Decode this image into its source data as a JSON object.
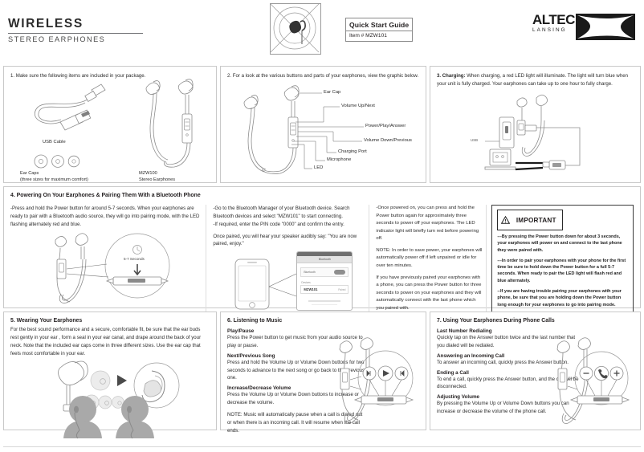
{
  "header": {
    "brand_main": "WIRELESS",
    "brand_sub": "STEREO EARPHONES",
    "guide_title": "Quick Start Guide",
    "item_number": "Item # MZW101",
    "logo_word": "ALTEC",
    "logo_sub": "LANSING"
  },
  "panel1": {
    "title": "1.  Make sure the following items are included in your package.",
    "usb_label": "USB Cable",
    "caps_label_1": "Ear Caps",
    "caps_label_2": "(three sizes for maximum comfort)",
    "earphone_label_1": "MZW100",
    "earphone_label_2": "Stereo Earphones"
  },
  "panel2": {
    "title": "2.  For a look at the various buttons and parts of your earphones, view the graphic below.",
    "callouts": [
      "Ear Cap",
      "Volume Up/Next",
      "Power/Play/Answer",
      "Volume Down/Previous",
      "Charging Port",
      "Microphone",
      "LED"
    ]
  },
  "panel3": {
    "title_bold": "3.  Charging:",
    "title_rest": " When charging, a red LED light will illuminate. The light will turn blue when your unit is fully charged. Your earphones can take up to one hour to fully charge.",
    "usb_caption": "USB"
  },
  "panel4": {
    "title": "4.  Powering On Your Earphones & Pairing Them With a Bluetooth Phone",
    "col1_text": "-Press and hold the Power button for around 5-7 seconds.  When your earphones are ready to pair with a Bluetooth audio source, they will go into pairing mode, with the LED flashing alternately red and blue.",
    "callout_seconds": "5-7 Seconds",
    "col2_p1": "-Go to the Bluetooth Manager of your Bluetooth device.  Search Bluetooth devices and select \"MZW101\" to start connecting.",
    "col2_p2": "-If required, enter the PIN code \"0000\" and confirm the  entry.",
    "col2_p3": "Once paired, you will hear your speaker audibly say: \"You are now paired, enjoy.\"",
    "phone_screen_title": "Bluetooth",
    "phone_row_label": "Bluetooth",
    "phone_section": "Devices",
    "phone_device": "MZW101",
    "phone_device_state": "Paired",
    "col3_p1": "-Once powered on, you can press and hold the Power button again for approximately three seconds to power off your earphones. The LED indicator light will briefly turn red before powering off.",
    "col3_p2": "NOTE:  In order to save power, your earphones will automatically power off if left unpaired or idle for over ten minutes.",
    "col3_p3": "If you have previously paired your earphones with a phone, you can press the Power button for three seconds to power on your earphones and they will automatically connect with the last phone which you paired with.",
    "important_label": "IMPORTANT",
    "important_1": "---By pressing the Power button down for about 3 seconds, your earphones will power on and connect to the last phone they were paired with.",
    "important_2": "---In order to pair your earphones with your phone for the first time be sure to hold down the Power button for a full 5-7 seconds. When ready to pair the LED light will flash red and blue alternately.",
    "important_3": "--If you are having trouble pairing your earphones with your phone, be sure that you are holding down the Power button long enough for your earphones to go into pairing mode."
  },
  "panel5": {
    "title": "5.  Wearing Your Earphones",
    "text": "For the best sound performance and a secure, comfortable fit, be sure that the ear buds rest gently in your ear , form a seal in your ear canal,  and drape around the back of your neck.  Note that the included ear caps come in three different sizes. Use the ear cap that feels most comfortable in your ear."
  },
  "panel6": {
    "title": "6.  Listening to Music",
    "h1": "Play/Pause",
    "t1": "Press the Power button to get music from your audio source to play or pause.",
    "h2": "Next/Previous Song",
    "t2": "Press and hold the Volume Up or Volume Down buttons for two seconds to advance to the next song or go back to the previous one.",
    "h3": "Increase/Decrease Volume",
    "t3": "Press the Volume Up or Volume Down buttons to increase or decrease the volume.",
    "note": "NOTE: Music will automatically pause when a call is dialed out or when there is an incoming call.  It will resume when the call ends."
  },
  "panel7": {
    "title": "7.  Using Your Earphones During Phone Calls",
    "h1": "Last Number Redialing",
    "t1": "Quickly tap on the Answer button twice and the last number that you dialed will be redialed.",
    "h2": "Answering an Incoming Call",
    "t2": "To answer an incoming call, quickly press the Answer button.",
    "h3": "Ending a Call",
    "t3": "To end a call, quickly press the Answer button, and the call will be disconnected.",
    "h4": "Adjusting Volume",
    "t4": "By pressing the Volume Up or Volume Down buttons you can increase or decrease the volume of the phone call."
  },
  "colors": {
    "ink": "#231f20",
    "line": "#8d8d8d",
    "panel_border": "#c9c9c9",
    "logo_black": "#1a1a1a"
  }
}
